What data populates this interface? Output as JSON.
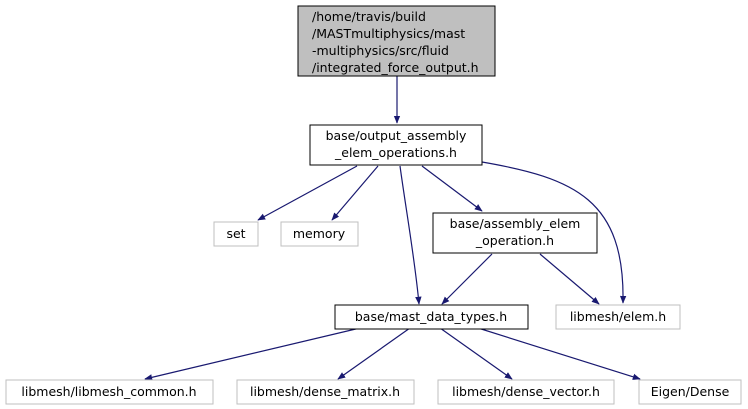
{
  "graph": {
    "nodes": {
      "root": {
        "lines": [
          "/home/travis/build",
          "/MASTmultiphysics/mast",
          "-multiphysics/src/fluid",
          "/integrated_force_output.h"
        ]
      },
      "output_assembly": {
        "lines": [
          "base/output_assembly",
          "_elem_operations.h"
        ]
      },
      "set": {
        "lines": [
          "set"
        ]
      },
      "memory": {
        "lines": [
          "memory"
        ]
      },
      "assembly_elem": {
        "lines": [
          "base/assembly_elem",
          "_operation.h"
        ]
      },
      "mast_data_types": {
        "lines": [
          "base/mast_data_types.h"
        ]
      },
      "libmesh_elem": {
        "lines": [
          "libmesh/elem.h"
        ]
      },
      "libmesh_common": {
        "lines": [
          "libmesh/libmesh_common.h"
        ]
      },
      "dense_matrix": {
        "lines": [
          "libmesh/dense_matrix.h"
        ]
      },
      "dense_vector": {
        "lines": [
          "libmesh/dense_vector.h"
        ]
      },
      "eigen_dense": {
        "lines": [
          "Eigen/Dense"
        ]
      }
    },
    "colors": {
      "edge": "#191970",
      "root_fill": "#bfbfbf",
      "solid_border": "#000000",
      "external_border": "#bfbfbf"
    }
  }
}
